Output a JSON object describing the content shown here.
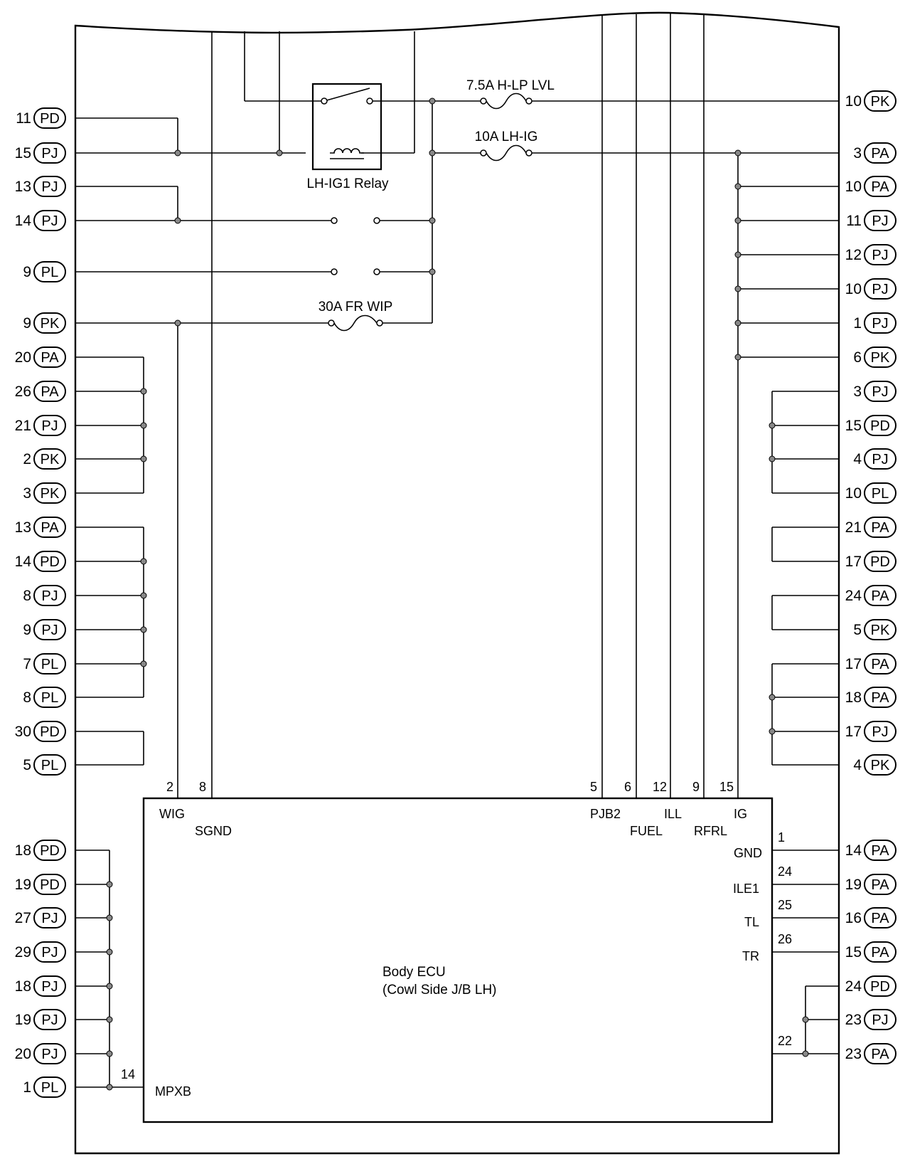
{
  "left_connectors": [
    {
      "num": "11",
      "code": "PD"
    },
    {
      "num": "15",
      "code": "PJ"
    },
    {
      "num": "13",
      "code": "PJ"
    },
    {
      "num": "14",
      "code": "PJ"
    },
    {
      "num": "9",
      "code": "PL"
    },
    {
      "num": "9",
      "code": "PK"
    },
    {
      "num": "20",
      "code": "PA"
    },
    {
      "num": "26",
      "code": "PA"
    },
    {
      "num": "21",
      "code": "PJ"
    },
    {
      "num": "2",
      "code": "PK"
    },
    {
      "num": "3",
      "code": "PK"
    },
    {
      "num": "13",
      "code": "PA"
    },
    {
      "num": "14",
      "code": "PD"
    },
    {
      "num": "8",
      "code": "PJ"
    },
    {
      "num": "9",
      "code": "PJ"
    },
    {
      "num": "7",
      "code": "PL"
    },
    {
      "num": "8",
      "code": "PL"
    },
    {
      "num": "30",
      "code": "PD"
    },
    {
      "num": "5",
      "code": "PL"
    },
    {
      "num": "18",
      "code": "PD"
    },
    {
      "num": "19",
      "code": "PD"
    },
    {
      "num": "27",
      "code": "PJ"
    },
    {
      "num": "29",
      "code": "PJ"
    },
    {
      "num": "18",
      "code": "PJ"
    },
    {
      "num": "19",
      "code": "PJ"
    },
    {
      "num": "20",
      "code": "PJ"
    },
    {
      "num": "1",
      "code": "PL"
    }
  ],
  "right_connectors": [
    {
      "num": "10",
      "code": "PK"
    },
    {
      "num": "3",
      "code": "PA"
    },
    {
      "num": "10",
      "code": "PA"
    },
    {
      "num": "11",
      "code": "PJ"
    },
    {
      "num": "12",
      "code": "PJ"
    },
    {
      "num": "10",
      "code": "PJ"
    },
    {
      "num": "1",
      "code": "PJ"
    },
    {
      "num": "6",
      "code": "PK"
    },
    {
      "num": "3",
      "code": "PJ"
    },
    {
      "num": "15",
      "code": "PD"
    },
    {
      "num": "4",
      "code": "PJ"
    },
    {
      "num": "10",
      "code": "PL"
    },
    {
      "num": "21",
      "code": "PA"
    },
    {
      "num": "17",
      "code": "PD"
    },
    {
      "num": "24",
      "code": "PA"
    },
    {
      "num": "5",
      "code": "PK"
    },
    {
      "num": "17",
      "code": "PA"
    },
    {
      "num": "18",
      "code": "PA"
    },
    {
      "num": "17",
      "code": "PJ"
    },
    {
      "num": "4",
      "code": "PK"
    },
    {
      "num": "14",
      "code": "PA"
    },
    {
      "num": "19",
      "code": "PA"
    },
    {
      "num": "16",
      "code": "PA"
    },
    {
      "num": "15",
      "code": "PA"
    },
    {
      "num": "24",
      "code": "PD"
    },
    {
      "num": "23",
      "code": "PJ"
    },
    {
      "num": "23",
      "code": "PA"
    }
  ],
  "fuses": {
    "hlp": "7.5A H-LP LVL",
    "lhig": "10A LH-IG",
    "frwip": "30A FR WIP"
  },
  "relay_label": "LH-IG1 Relay",
  "ecu": {
    "name_line1": "Body ECU",
    "name_line2": "(Cowl Side J/B LH)",
    "terminals": {
      "wig": "WIG",
      "sgnd": "SGND",
      "pjb2": "PJB2",
      "fuel": "FUEL",
      "ill": "ILL",
      "rfrl": "RFRL",
      "ig": "IG",
      "gnd": "GND",
      "ile1": "ILE1",
      "tl": "TL",
      "tr": "TR",
      "mpxb": "MPXB"
    },
    "pins": {
      "wig": "2",
      "sgnd": "8",
      "pjb2": "5",
      "fuel": "6",
      "ill": "12",
      "rfrl": "9",
      "ig": "15",
      "gnd": "1",
      "ile1": "24",
      "tl": "25",
      "tr": "26",
      "p22": "22",
      "mpxb": "14"
    }
  }
}
